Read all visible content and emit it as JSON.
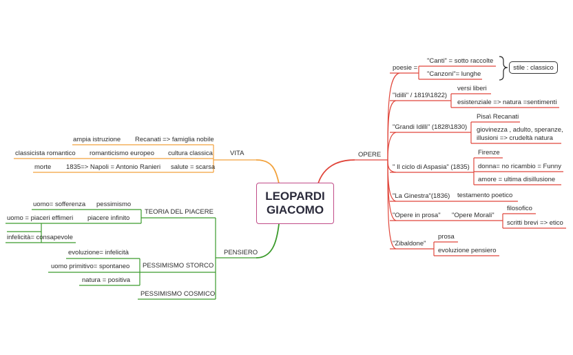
{
  "title": {
    "line1": "LEOPARDI",
    "line2": "GIACOMO"
  },
  "colors": {
    "vita": "#f2a13b",
    "opere": "#e0453a",
    "pensiero": "#3a9a2a",
    "center_border": "#c04a87"
  },
  "vita": {
    "label": "VITA",
    "row1": {
      "a": "ampia istruzione",
      "b": "Recanati => famiglia nobile"
    },
    "row2": {
      "a": "classicista romantico",
      "b": "romanticismo europeo",
      "c": "cultura classica"
    },
    "row3": {
      "a": "morte",
      "b": "1835=> Napoli = Antonio Ranieri",
      "c": "salute = scarsa"
    }
  },
  "pensiero": {
    "label": "PENSIERO",
    "piacere": {
      "label": "TEORIA DEL PIACERE",
      "a": "uomo= sofferenza",
      "b": "pessimismo",
      "c": "uomo = piaceri effimeri",
      "d": "piacere infinito",
      "e": "infelicità= consapevole"
    },
    "storico": {
      "label": "PESSIMISMO STORCO",
      "a": "evoluzione= infelicità",
      "b": "uomo primitivo= spontaneo",
      "c": "natura = positiva"
    },
    "cosmico": {
      "label": "PESSIMISMO COSMICO"
    }
  },
  "opere": {
    "label": "OPERE",
    "poesie": {
      "label": "poesie =",
      "canti": "\"Canti\" = sotto raccolte",
      "canzoni": "\"Canzoni\"= lunghe",
      "stile": "stile : classico"
    },
    "idilli": {
      "label": "\"Idilli\" / 1819\\1822)",
      "a": "versi liberi",
      "b": "esistenziale => natura =sentimenti"
    },
    "grandi": {
      "label": "\"Grandi Idilli\" (1828\\1830)",
      "a": "Pisa\\ Recanati",
      "b1": "giovinezza , adulto, speranze,",
      "b2": "illusioni => crudeltà natura"
    },
    "aspasia": {
      "label": "\" Il ciclo di Aspasia\" (1835)",
      "a": "Firenze",
      "b": "donna= no ricambio = Funny",
      "c": "amore = ultima disillusione"
    },
    "ginestra": {
      "label": "\"La Ginestra\"(1836)",
      "a": "testamento poetico"
    },
    "prosa": {
      "label": "\"Opere in prosa\"",
      "morali": "\"Opere Morali\"",
      "a": "filosofico",
      "b": "scritti brevi => etico"
    },
    "zibaldone": {
      "label": "\"Zibaldone\"",
      "a": "prosa",
      "b": "evoluzione pensiero"
    }
  }
}
